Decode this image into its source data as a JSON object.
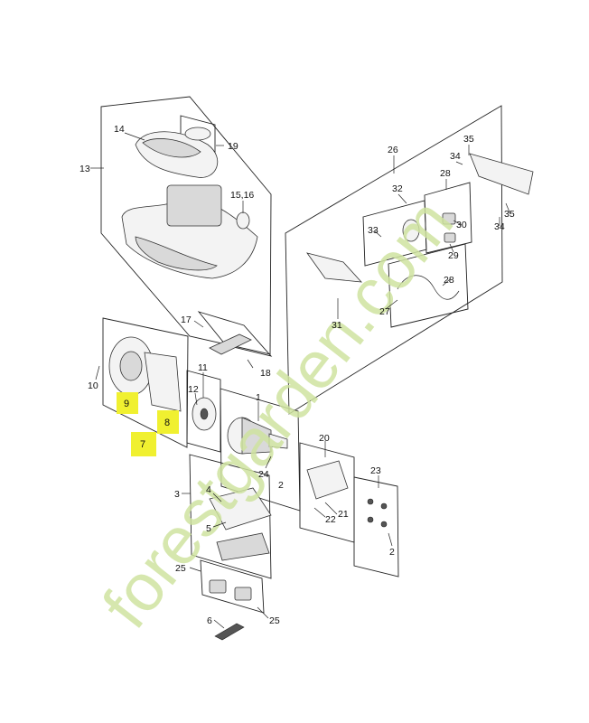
{
  "diagram": {
    "callouts": [
      "14",
      "19",
      "13",
      "15,16",
      "17",
      "18",
      "10",
      "9",
      "8",
      "7",
      "11",
      "12",
      "1",
      "24",
      "2",
      "3",
      "4",
      "5",
      "25",
      "25",
      "6",
      "20",
      "21",
      "22",
      "23",
      "2",
      "26",
      "35",
      "34",
      "28",
      "32",
      "30",
      "33",
      "29",
      "35",
      "34",
      "28",
      "31",
      "27"
    ],
    "highlighted": [
      "9",
      "8",
      "7"
    ],
    "highlight_color": "#f0f030",
    "watermark": "forestgarden.com",
    "watermark_color": "#cfe3a0"
  }
}
